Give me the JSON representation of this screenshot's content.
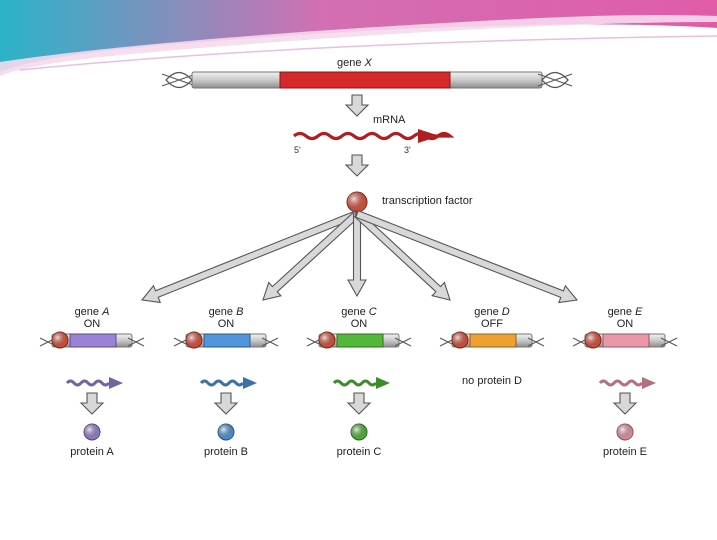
{
  "top_gene": {
    "prefix": "gene ",
    "letter": "X",
    "color": "#d42a2a"
  },
  "mrna": {
    "label": "mRNA",
    "five_prime": "5'",
    "three_prime": "3'",
    "color": "#b01f1f"
  },
  "factor": {
    "label": "transcription factor",
    "color": "#e0503a"
  },
  "genes": [
    {
      "prefix": "gene ",
      "letter": "A",
      "state": "ON",
      "color": "#9a82d6",
      "product": "protein A"
    },
    {
      "prefix": "gene ",
      "letter": "B",
      "state": "ON",
      "color": "#4f96dc",
      "product": "protein B"
    },
    {
      "prefix": "gene ",
      "letter": "C",
      "state": "ON",
      "color": "#52b83a",
      "product": "protein C"
    },
    {
      "prefix": "gene ",
      "letter": "D",
      "state": "OFF",
      "color": "#f0a030",
      "product": "no protein D"
    },
    {
      "prefix": "gene ",
      "letter": "E",
      "state": "ON",
      "color": "#ea98a8",
      "product": "protein E"
    }
  ]
}
